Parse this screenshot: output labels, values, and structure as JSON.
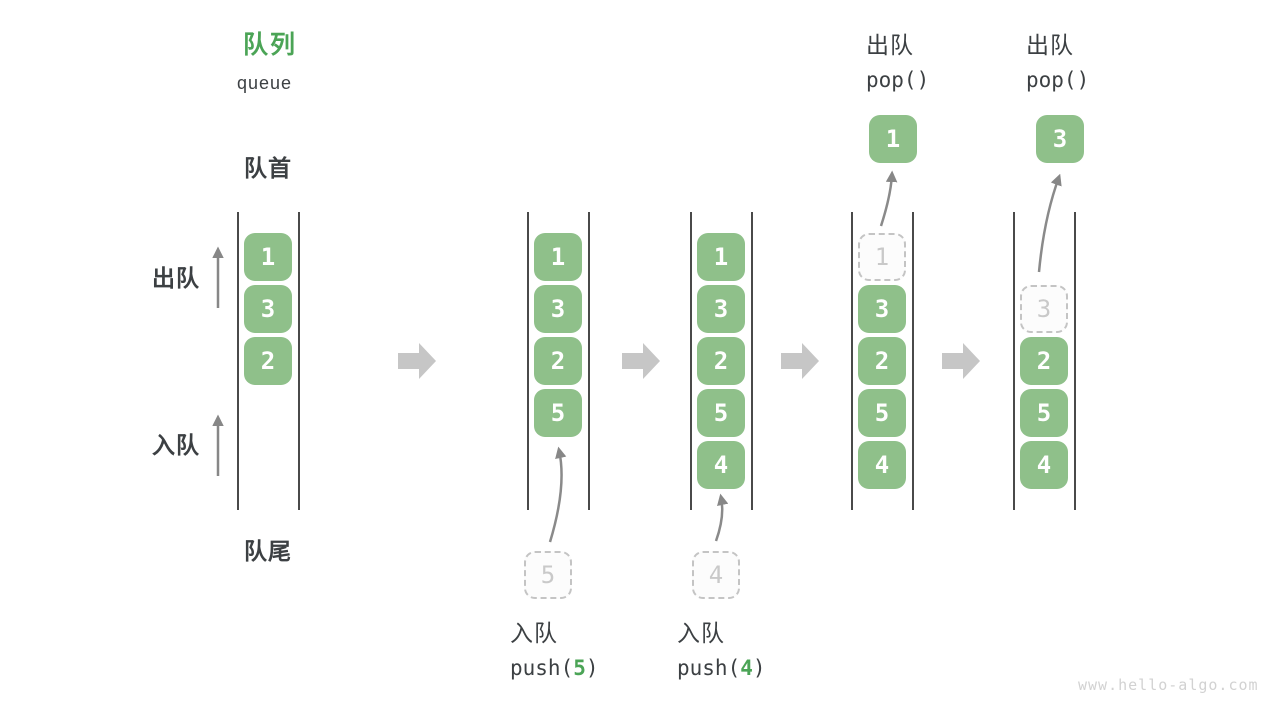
{
  "title": "队列",
  "subtitle": "queue",
  "labels": {
    "front": "队首",
    "rear": "队尾",
    "dequeue_side": "出队",
    "enqueue_side": "入队"
  },
  "states": [
    {
      "items": [
        "1",
        "3",
        "2"
      ]
    },
    {
      "items": [
        "1",
        "3",
        "2",
        "5"
      ],
      "incoming": "5"
    },
    {
      "items": [
        "1",
        "3",
        "2",
        "5",
        "4"
      ],
      "incoming": "4"
    },
    {
      "items": [
        "3",
        "2",
        "5",
        "4"
      ],
      "ghost": "1",
      "popped": "1"
    },
    {
      "items": [
        "2",
        "5",
        "4"
      ],
      "ghost": "3",
      "popped": "3"
    }
  ],
  "operations": {
    "push5": {
      "label": "入队",
      "fn": "push(",
      "arg": "5",
      "close": ")"
    },
    "push4": {
      "label": "入队",
      "fn": "push(",
      "arg": "4",
      "close": ")"
    },
    "pop1": {
      "label": "出队",
      "code": "pop()"
    },
    "pop2": {
      "label": "出队",
      "code": "pop()"
    }
  },
  "watermark": "www.hello-algo.com",
  "colors": {
    "accent_green": "#4BA456",
    "box_green": "#8FC08A",
    "text_dark": "#3C4043",
    "block_arrow_gray": "#C6C6C6",
    "thin_arrow_gray": "#878787",
    "ghost_gray": "#C9C9C9"
  }
}
